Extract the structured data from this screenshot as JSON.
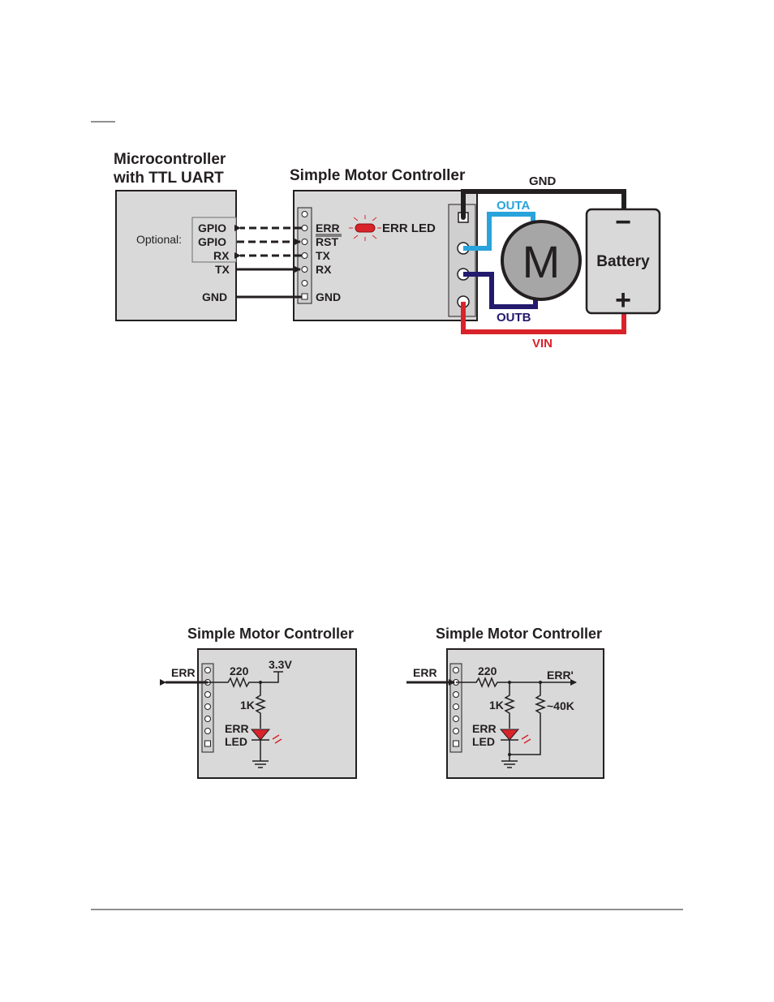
{
  "colors": {
    "panel": "#d9d9d9",
    "board": "#d6d6d6",
    "ink": "#231f20",
    "outa": "#29a3db",
    "outb": "#231a6e",
    "vin": "#d9232a",
    "led": "#d9232a"
  },
  "top_diagram": {
    "mcu_title_line1": "Microcontroller",
    "mcu_title_line2": "with TTL UART",
    "optional_label": "Optional:",
    "mcu_pins": [
      "GPIO",
      "GPIO",
      "RX",
      "TX",
      "GND"
    ],
    "smc_title": "Simple Motor Controller",
    "smc_pins": [
      "ERR",
      "RST",
      "TX",
      "RX",
      "GND"
    ],
    "err_led_label": "ERR LED",
    "gnd_wire_label": "GND",
    "outa_label": "OUTA",
    "outb_label": "OUTB",
    "vin_label": "VIN",
    "motor_label": "M",
    "battery_label": "Battery",
    "battery_minus": "−",
    "battery_plus": "+"
  },
  "bottom_left": {
    "title": "Simple Motor Controller",
    "err_label": "ERR",
    "r1_label": "220",
    "supply_label": "3.3V",
    "r2_label": "1K",
    "led_label_line1": "ERR",
    "led_label_line2": "LED"
  },
  "bottom_right": {
    "title": "Simple Motor Controller",
    "err_label": "ERR",
    "r1_label": "220",
    "err_out_label": "ERR'",
    "r2_label": "1K",
    "r3_label": "~40K",
    "led_label_line1": "ERR",
    "led_label_line2": "LED"
  }
}
